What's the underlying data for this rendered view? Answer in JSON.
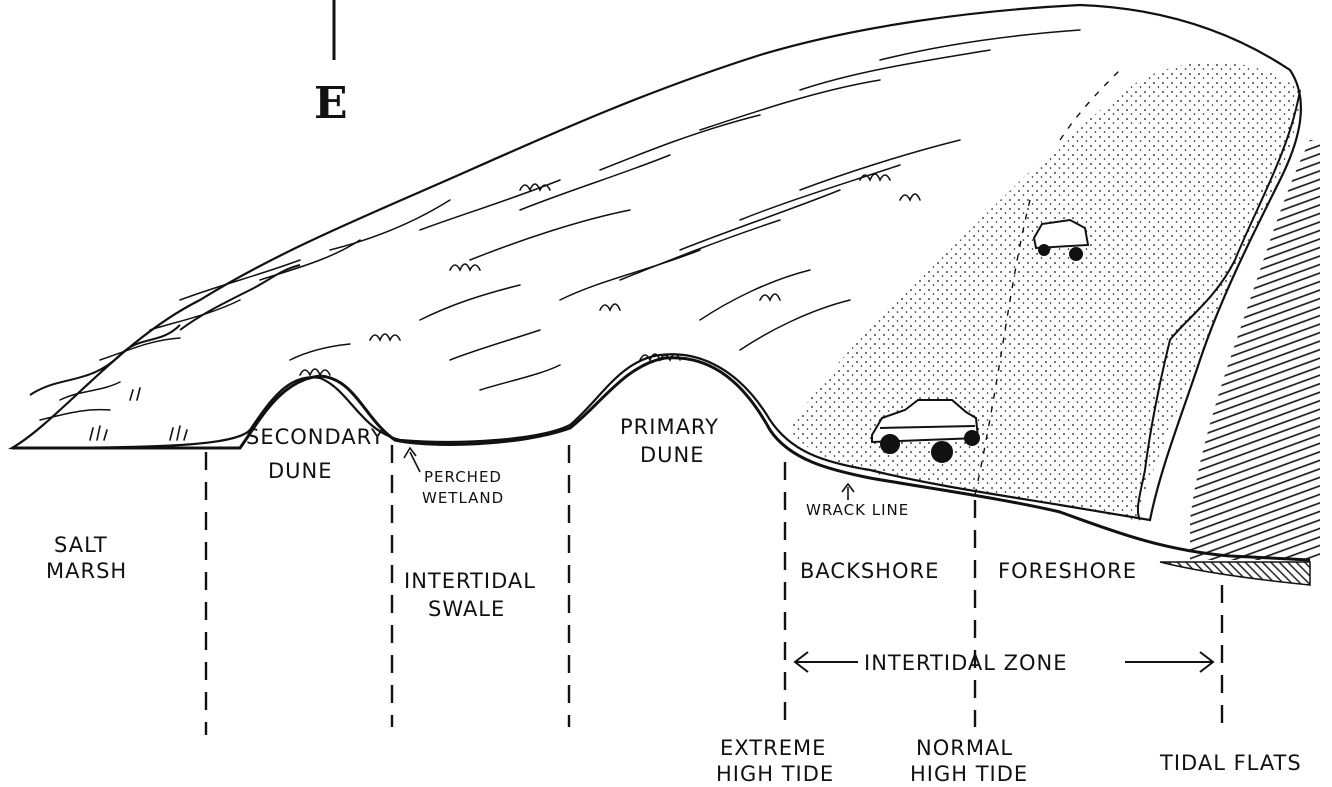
{
  "figure": {
    "letter": "E"
  },
  "labels": {
    "salt_marsh": [
      "SALT",
      "MARSH"
    ],
    "secondary_dune": [
      "SECONDARY",
      "DUNE"
    ],
    "perched_wetland": [
      "PERCHED",
      "WETLAND"
    ],
    "intertidal_swale": [
      "INTERTIDAL",
      "SWALE"
    ],
    "primary_dune": [
      "PRIMARY",
      "DUNE"
    ],
    "wrack_line": "WRACK LINE",
    "backshore": "BACKSHORE",
    "foreshore": "FORESHORE",
    "intertidal_zone": "INTERTIDAL ZONE",
    "extreme_high_tide": [
      "EXTREME",
      "HIGH TIDE"
    ],
    "normal_high_tide": [
      "NORMAL",
      "HIGH TIDE"
    ],
    "tidal_flats": "TIDAL FLATS"
  },
  "colors": {
    "ink": "#111111",
    "paper": "#ffffff"
  }
}
